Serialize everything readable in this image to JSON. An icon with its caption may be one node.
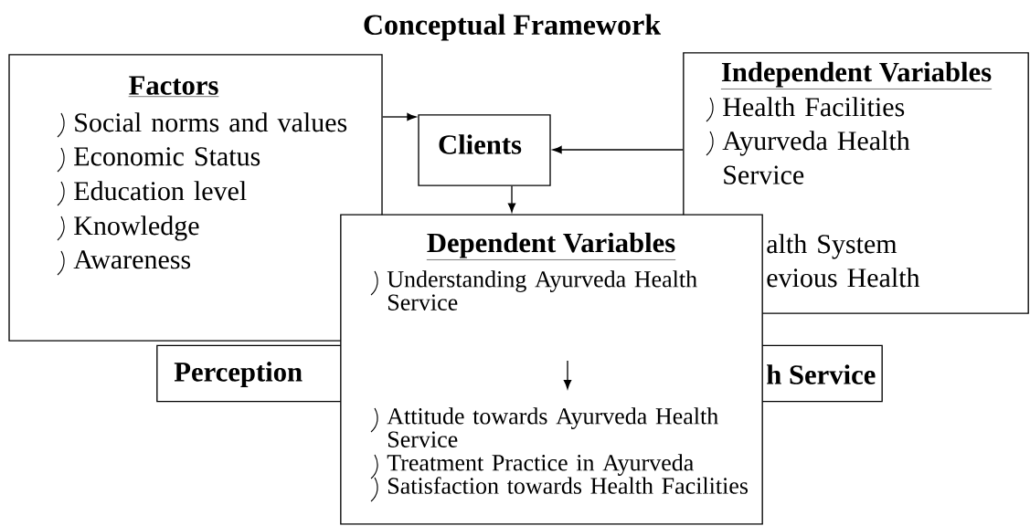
{
  "diagram": {
    "title": "Conceptual Framework",
    "nodes": [
      {
        "text": [
          "Factors",
          "Social norms and values",
          "Economic Status",
          "Education level",
          "Knowledge",
          "Awareness"
        ]
      },
      {
        "text": [
          "Clients"
        ]
      },
      {
        "text": [
          "Independent Variables",
          "Health Facilities",
          "Ayurveda Health Service",
          "alth System",
          "evious Health"
        ]
      },
      {
        "text": [
          "Dependent Variables",
          "Understanding Ayurveda Health Service",
          "Attitude towards Ayurveda Health Service",
          "Treatment Practice in Ayurveda",
          "Satisfaction towards Health Facilities"
        ]
      },
      {
        "text": [
          "Perception",
          "h Service"
        ]
      }
    ],
    "edges": [
      {
        "from": 0,
        "to": 1,
        "arrow": "to"
      },
      {
        "from": 2,
        "to": 1,
        "arrow": "to"
      },
      {
        "from": 1,
        "to": 3,
        "arrow": "to"
      }
    ]
  }
}
